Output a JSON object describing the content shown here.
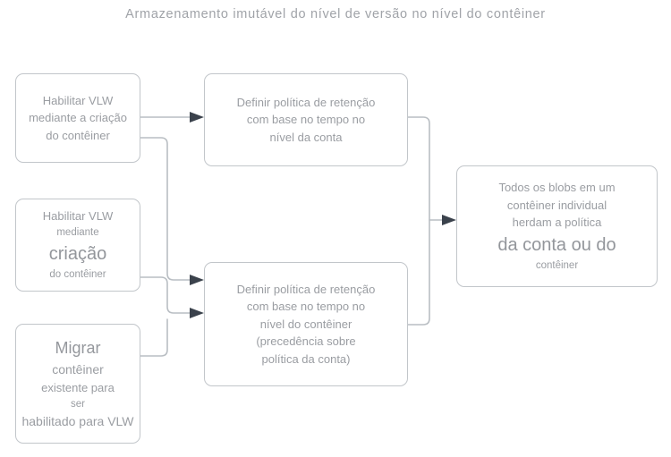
{
  "title": "Armazenamento imutável do nível de versão no nível do contêiner",
  "colors": {
    "box_border": "#c2c6ca",
    "text": "#9a9da2",
    "connector": "#b9bec3",
    "arrowhead": "#3b424c",
    "background": "#ffffff"
  },
  "nodes": {
    "enable_vlw_create": {
      "lines": [
        "Habilitar VLW",
        "mediante a criação",
        "do contêiner"
      ]
    },
    "enable_vlw_creation": {
      "lines": [
        "Habilitar VLW",
        "mediante",
        "criação",
        "do contêiner"
      ]
    },
    "migrate_existing": {
      "lines": [
        "Migrar",
        "contêiner",
        "existente para",
        "ser",
        "habilitado para VLW"
      ]
    },
    "policy_account": {
      "lines": [
        "Definir política de retenção",
        "com base no tempo no",
        "nível da conta"
      ]
    },
    "policy_container": {
      "lines": [
        "Definir política de retenção",
        "com base no tempo no",
        "nível do contêiner",
        "(precedência sobre",
        "política da conta)"
      ]
    },
    "blobs_inherit": {
      "lines": [
        "Todos os blobs em um",
        "contêiner individual",
        "herdam a política",
        "da conta ou do",
        "contêiner"
      ]
    }
  },
  "connectors": [
    {
      "from": "enable_vlw_create",
      "to": "policy_account"
    },
    {
      "from": "enable_vlw_create",
      "to": "policy_container"
    },
    {
      "from": "enable_vlw_creation",
      "to": "policy_container"
    },
    {
      "from": "migrate_existing",
      "to": "policy_container"
    },
    {
      "from": "policy_account",
      "to": "blobs_inherit"
    },
    {
      "from": "policy_container",
      "to": "blobs_inherit"
    }
  ]
}
